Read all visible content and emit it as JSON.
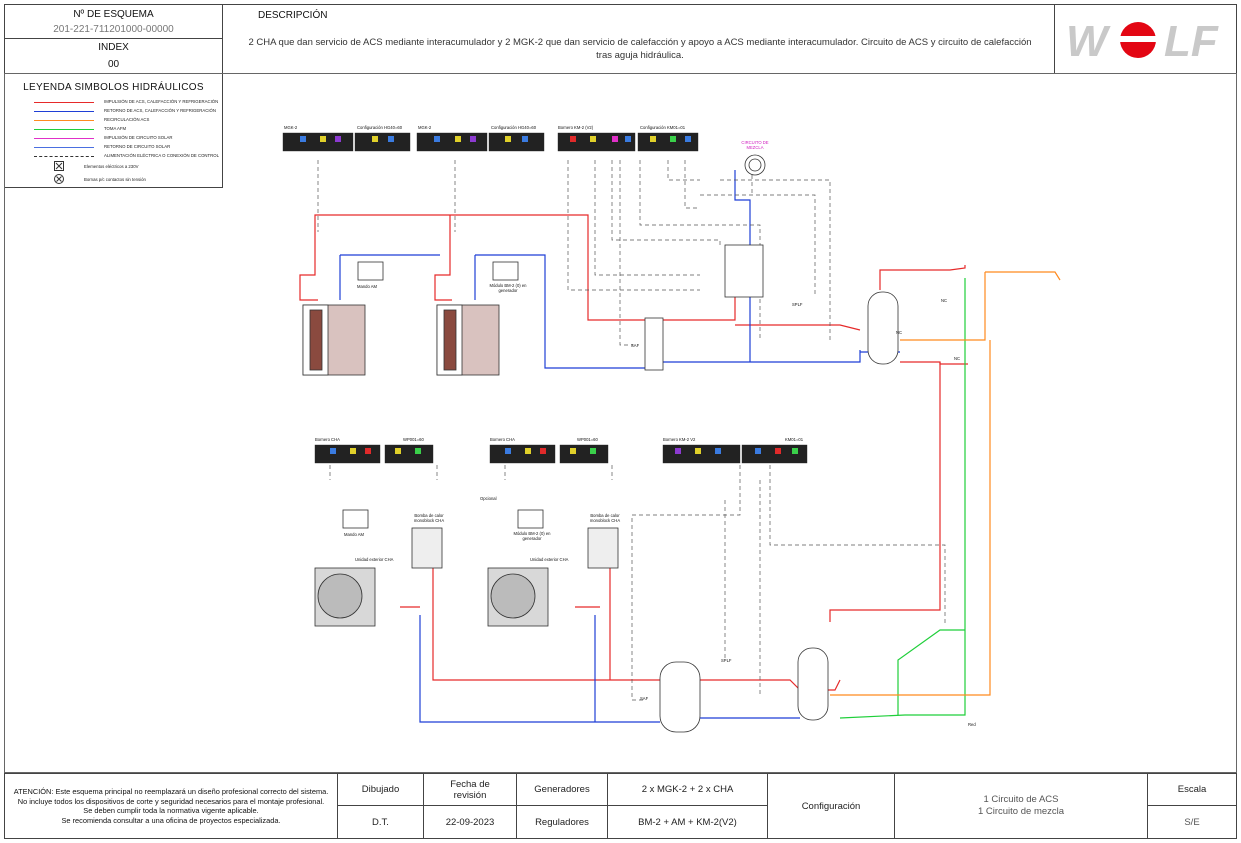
{
  "header": {
    "scheme_label": "Nº DE ESQUEMA",
    "scheme_number": "201-221-711201000-00000",
    "index_label": "INDEX",
    "index_value": "00",
    "description_label": "DESCRIPCIÓN",
    "description_text": "2 CHA que dan servicio de ACS mediante interacumulador y 2 MGK-2 que dan servicio de calefacción y apoyo a ACS mediante interacumulador. Circuito de ACS y circuito de calefacción tras aguja hidráulica."
  },
  "brand": {
    "name": "WOLF",
    "accent": "#e30613",
    "grey": "#c8c8c8"
  },
  "legend": {
    "title": "LEYENDA SIMBOLOS HIDRÁULICOS",
    "items": [
      {
        "label": "IMPULSIÓN DE ACS, CALEFACCIÓN Y REFRIGERACIÓN",
        "color": "#e62a2a",
        "style": "solid"
      },
      {
        "label": "RETORNO DE ACS, CALEFACCIÓN Y REFRIGERACIÓN",
        "color": "#1f3fd6",
        "style": "solid"
      },
      {
        "label": "RECIRCULACIÓN ACS",
        "color": "#ff8a1f",
        "style": "solid"
      },
      {
        "label": "TOMA AFM",
        "color": "#1fcf3a",
        "style": "solid"
      },
      {
        "label": "IMPULSIÓN DE CIRCUITO SOLAR",
        "color": "#e030c8",
        "style": "solid"
      },
      {
        "label": "RETORNO DE CIRCUITO SOLAR",
        "color": "#4a6fe0",
        "style": "solid"
      },
      {
        "label": "ALIMENTACIÓN ELÉCTRICA O CONEXIÓN DE CONTROL",
        "color": "#333333",
        "style": "dashed"
      },
      {
        "label": "Elementos eléctricos a 230V",
        "color": "#333333",
        "style": "box-x"
      },
      {
        "label": "Bornas p/c contactos sin tensión",
        "color": "#333333",
        "style": "circle-x"
      }
    ]
  },
  "diagram": {
    "boards_top": [
      "MGK-2",
      "Configuración HG40=60",
      "MGK-2",
      "Configuración HG40=60",
      "Bornero KM-2 (V2)",
      "Configuración KM01=01"
    ],
    "boards_bottom": [
      "Bornero CHA",
      "WP001=60",
      "Bornero CHA",
      "WP001=60",
      "Bornero KM-2 V2",
      "KM01=01"
    ],
    "mixing_circuit": "CIRCUITO DE MEZCLA",
    "mando_am": "Mando AM",
    "modulo_bm2": "Módulo BM-2 (0) en generador",
    "heat_pump": "Bomba de calor monoblock CHA",
    "outdoor_unit": "Unidad exterior CHA",
    "optional": "Opcional",
    "sensor_labels": [
      "SAF",
      "SPLF",
      "SAF",
      "SPLF",
      "NC",
      "NC",
      "NC",
      "Red"
    ]
  },
  "footer": {
    "note": "ATENCIÓN: Este esquema principal no reemplazará un diseño profesional correcto del sistema.\nNo incluye todos los dispositivos de corte y seguridad necesarios para el montaje profesional.\nSe deben cumplir toda la normativa vigente aplicable.\nSe recomienda consultar a una oficina de proyectos especializada.",
    "dibujado_label": "Dibujado",
    "dibujado_value": "D.T.",
    "fecha_label": "Fecha de revisión",
    "fecha_value": "22-09-2023",
    "generadores_label": "Generadores",
    "generadores_value": "2 x MGK-2 + 2 x CHA",
    "reguladores_label": "Reguladores",
    "reguladores_value": "BM-2 + AM + KM-2(V2)",
    "configuracion_label": "Configuración",
    "configuracion_value": "1 Circuito de ACS\n1 Circuito de mezcla",
    "escala_label": "Escala",
    "escala_value": "S/E"
  }
}
